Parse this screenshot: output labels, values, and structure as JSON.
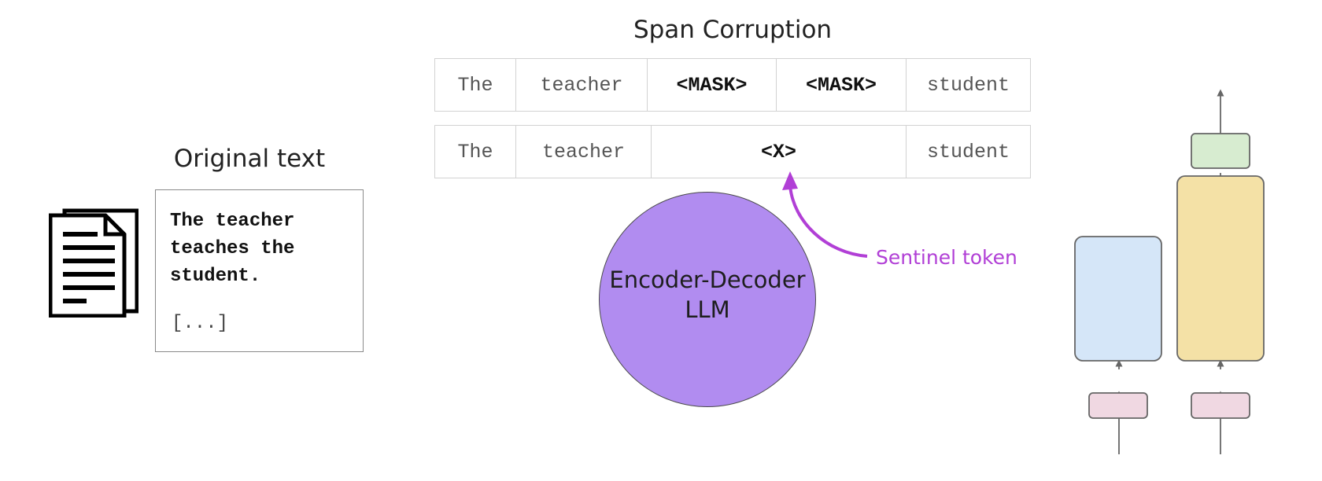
{
  "original": {
    "title": "Original text",
    "text": "The teacher\nteaches the\nstudent.",
    "ellipsis": "[...]",
    "doc_icon": "document-stack-icon"
  },
  "span_corruption": {
    "title": "Span Corruption",
    "masked_row": [
      "The",
      "teacher",
      "<MASK>",
      "<MASK>",
      "student"
    ],
    "sentinel_row": [
      "The",
      "teacher",
      "<X>",
      "student"
    ]
  },
  "model": {
    "line1": "Encoder-Decoder",
    "line2": "LLM",
    "color": "#b18cf0"
  },
  "callout": {
    "label": "Sentinel token",
    "color": "#b13fd6"
  },
  "transformer": {
    "encoder_color": "#d5e6f8",
    "decoder_color": "#f4e1a6",
    "output_color": "#d7ecd0",
    "embedding_color": "#f0d8e2"
  }
}
